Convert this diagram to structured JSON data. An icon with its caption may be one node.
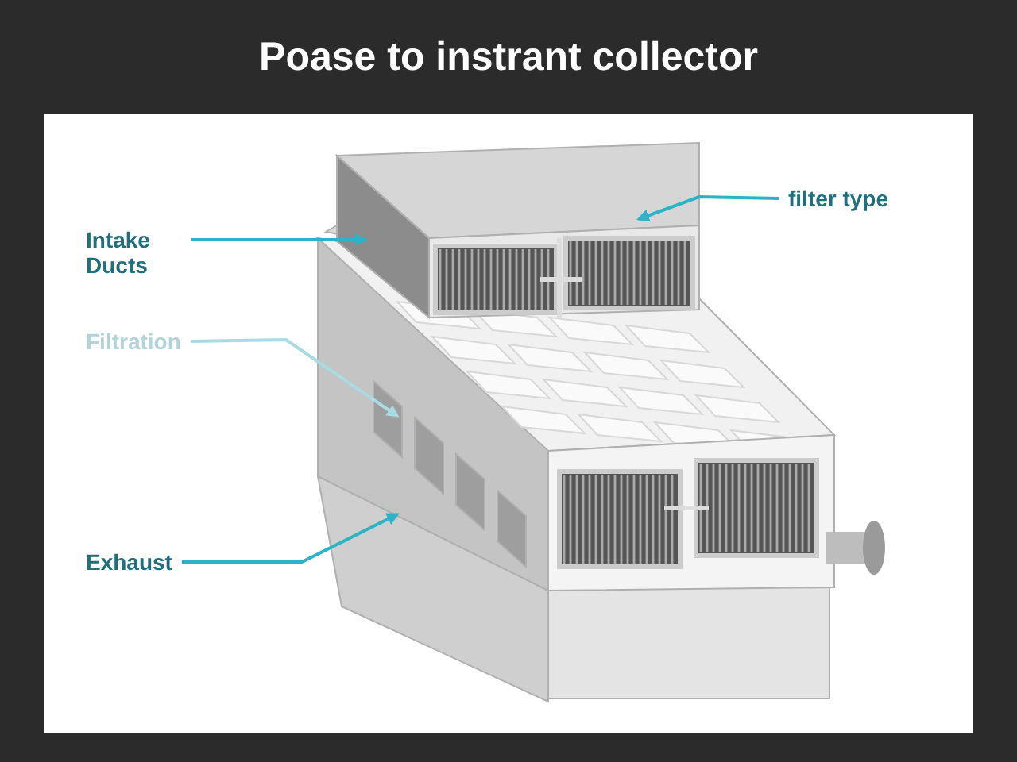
{
  "diagram": {
    "title": "Poase to instrant collector",
    "nodes": [
      {
        "text": [
          "Intake Ducts"
        ]
      },
      {
        "text": [
          "Filtration"
        ]
      },
      {
        "text": [
          "Exhaust"
        ]
      },
      {
        "text": [
          "filter type"
        ]
      }
    ],
    "edges": [
      {
        "from": 0,
        "to": null,
        "arrow": "to"
      },
      {
        "from": 1,
        "to": null,
        "arrow": "to",
        "color": "#a9dbe3"
      },
      {
        "from": 2,
        "to": null,
        "arrow": "to"
      },
      {
        "from": 3,
        "to": null,
        "arrow": "to"
      }
    ]
  }
}
